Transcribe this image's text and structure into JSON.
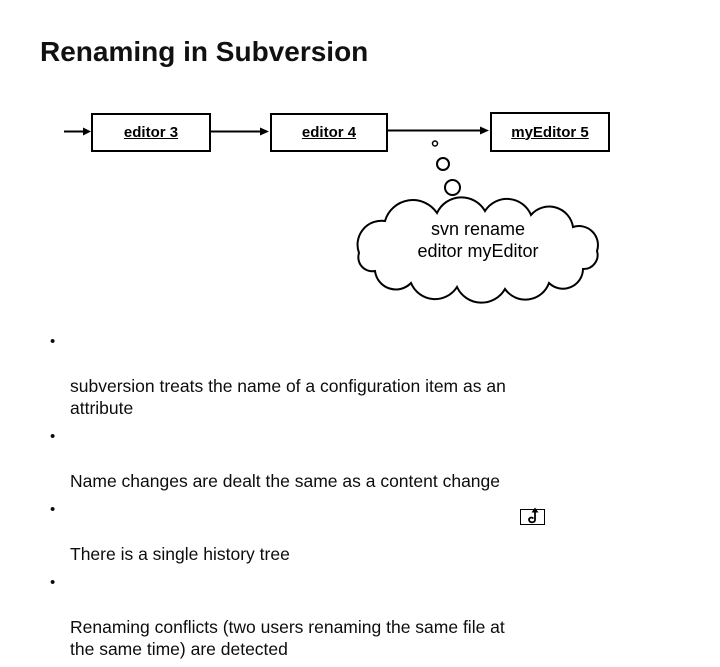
{
  "slide": {
    "title": "Renaming in Subversion"
  },
  "colors": {
    "background": "#ffffff",
    "foreground": "#000000"
  },
  "diagram": {
    "boxes": [
      {
        "label": "editor 3"
      },
      {
        "label": "editor 4"
      },
      {
        "label": "myEditor 5"
      }
    ],
    "cloud_text": "svn rename\neditor myEditor"
  },
  "list": {
    "bullet_char": "•",
    "items": [
      "subversion treats the name of a configuration item as an\nattribute",
      "Name changes are dealt the same as a content change",
      "There is a single history tree",
      "Renaming conflicts (two users renaming the same file at\nthe same time) are detected"
    ]
  },
  "footer": {
    "return_icon": "return-arrow"
  }
}
